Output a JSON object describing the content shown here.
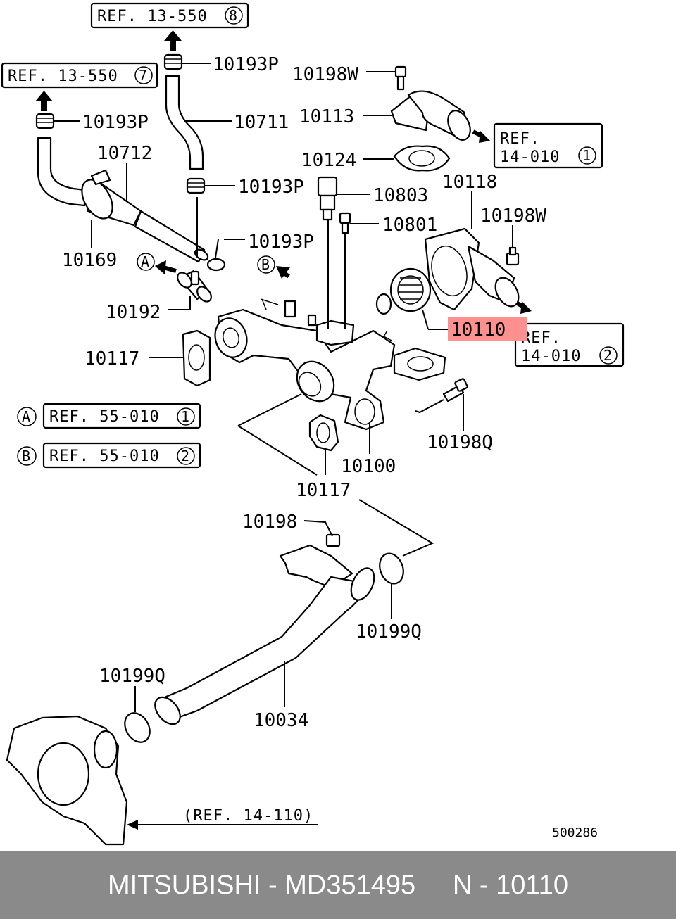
{
  "labels": {
    "p10193P_top": "10193P",
    "p10198W_top": "10198W",
    "p10193P_left": "10193P",
    "p10711": "10711",
    "p10113": "10113",
    "p10712": "10712",
    "p10124": "10124",
    "p10193P_mid": "10193P",
    "p10803": "10803",
    "p10118": "10118",
    "p10198W_right": "10198W",
    "p10801": "10801",
    "p10169": "10169",
    "p10193P_low": "10193P",
    "p10110": "10110",
    "p10192": "10192",
    "p10117_left": "10117",
    "p10198Q": "10198Q",
    "p10100": "10100",
    "p10117_bottom": "10117",
    "p10198": "10198",
    "p10199Q_right": "10199Q",
    "p10199Q_left": "10199Q",
    "p10034": "10034",
    "drawing_number": "500286"
  },
  "refs": {
    "ref_top": "REF. 13-550",
    "ref_top_num": "8",
    "ref_left": "REF. 13-550",
    "ref_left_num": "7",
    "ref_right1_a": "REF.",
    "ref_right1_b": "14-010",
    "ref_right1_num": "1",
    "ref_right2_a": "REF.",
    "ref_right2_b": "14-010",
    "ref_right2_num": "2",
    "legend_a_letter": "A",
    "legend_a_text": "REF. 55-010",
    "legend_a_num": "1",
    "legend_b_letter": "B",
    "legend_b_text": "REF. 55-010",
    "legend_b_num": "2",
    "arrow_a_letter": "A",
    "arrow_b_letter": "B",
    "ref_pump": "(REF. 14-110)"
  },
  "highlight": {
    "part": "10110",
    "color": "#ff9090"
  },
  "footer": {
    "text": "MITSUBISHI - MD351495     N - 10110",
    "background": "#8a8a8a",
    "text_color": "#ffffff"
  }
}
